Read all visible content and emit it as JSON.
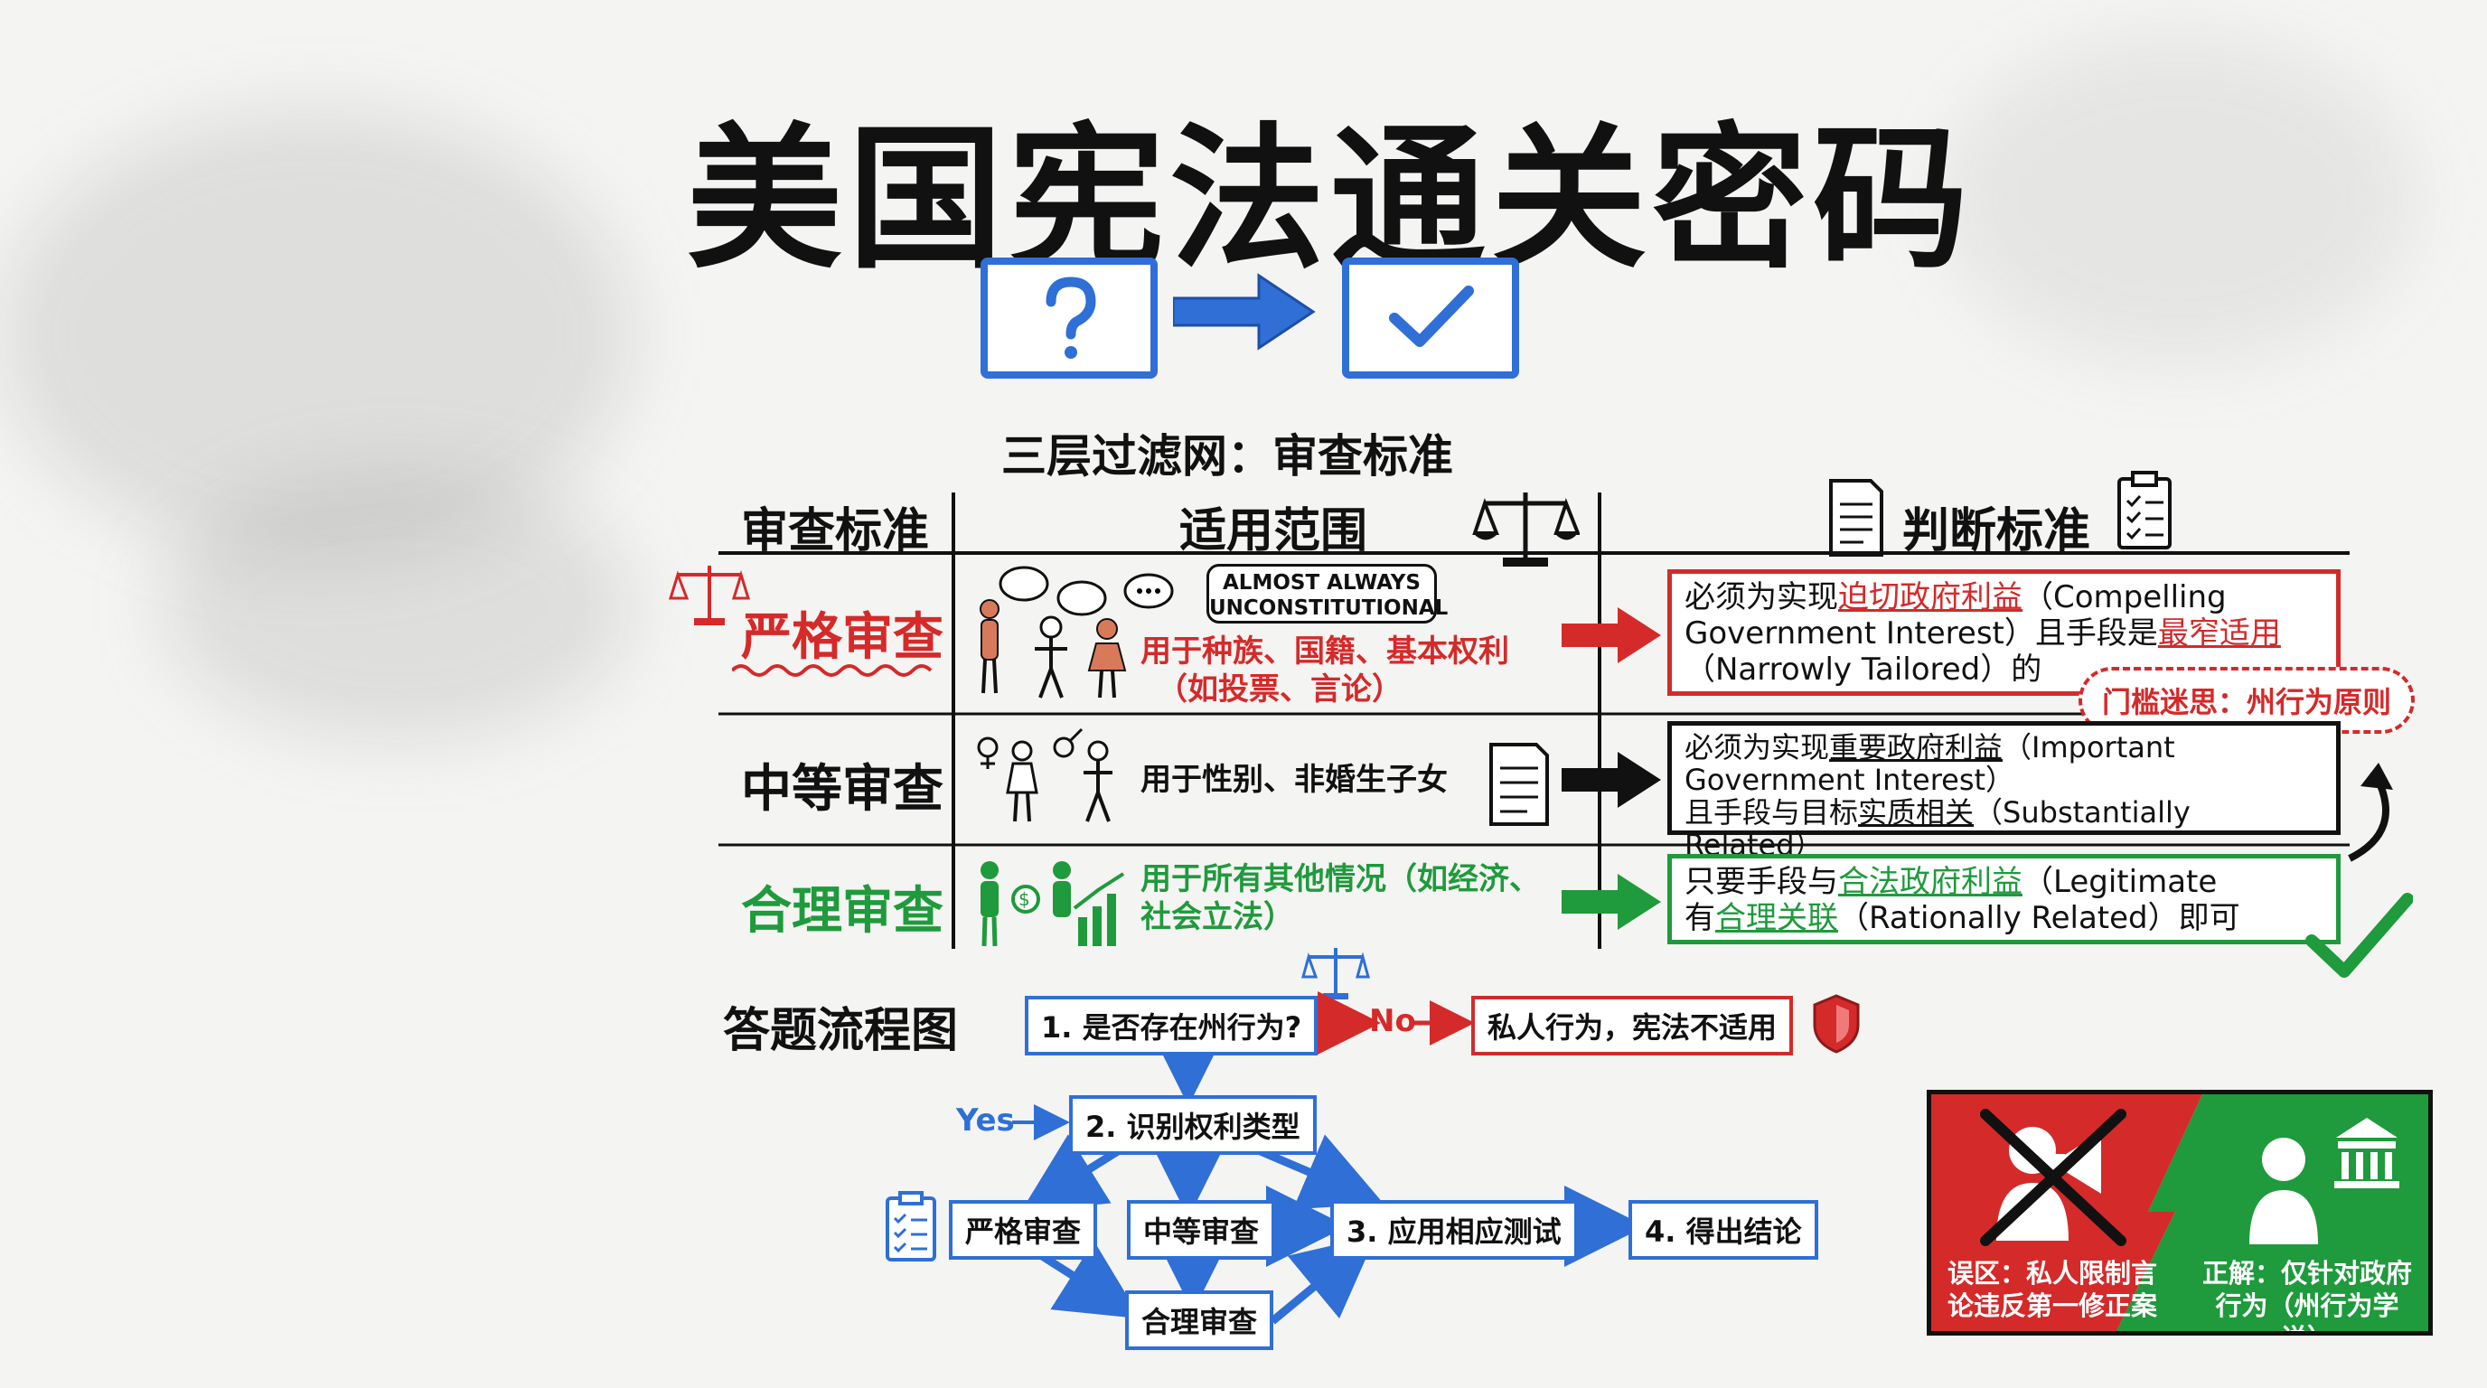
{
  "title": "美国宪法通关密码",
  "subtitle": "三层过滤网：审查标准",
  "table": {
    "headers": {
      "standard": "审查标准",
      "scope": "适用范围",
      "criteria": "判断标准"
    },
    "badge": {
      "line1": "ALMOST ALWAYS",
      "line2": "UNCONSTITUTIONAL"
    },
    "rows": [
      {
        "name": "严格审查",
        "scope_line1": "用于种族、国籍、基本权利",
        "scope_line2": "（如投票、言论）",
        "crit": [
          {
            "t": "必须为实现",
            "s": ""
          },
          {
            "t": "迫切政府利益",
            "s": "u-red"
          },
          {
            "t": "（Compelling Government Interest）且手段是",
            "s": ""
          },
          {
            "t": "最窄适用",
            "s": "u-red"
          },
          {
            "t": "（Narrowly Tailored）的",
            "s": ""
          }
        ],
        "callout": "门槛迷思：州行为原则"
      },
      {
        "name": "中等审查",
        "scope_line1": "用于性别、非婚生子女",
        "crit": [
          {
            "t": "必须为实现",
            "s": ""
          },
          {
            "t": "重要政府利益",
            "s": "u-blk"
          },
          {
            "t": "（Important Government Interest）",
            "s": ""
          },
          {
            "t": "且手段与目标",
            "s": ""
          },
          {
            "t": "实质相关",
            "s": "u-blk"
          },
          {
            "t": "（Substantially Related）",
            "s": ""
          }
        ]
      },
      {
        "name": "合理审查",
        "scope_line1": "用于所有其他情况（如经济、",
        "scope_line2": "社会立法）",
        "crit": [
          {
            "t": "只要手段与",
            "s": ""
          },
          {
            "t": "合法政府利益",
            "s": "u-grn"
          },
          {
            "t": "（Legitimate",
            "s": ""
          },
          {
            "t": "有",
            "s": ""
          },
          {
            "t": "合理关联",
            "s": "u-grn"
          },
          {
            "t": "（Rationally Related）即可",
            "s": ""
          }
        ]
      }
    ]
  },
  "flow": {
    "title": "答题流程图",
    "step1": "1. 是否存在州行为?",
    "no_label": "No",
    "private": "私人行为，宪法不适用",
    "yes_label": "Yes",
    "step2": "2. 识别权利类型",
    "strict": "严格审查",
    "intermediate": "中等审查",
    "rational": "合理审查",
    "step3": "3. 应用相应测试",
    "step4": "4. 得出结论"
  },
  "myth_panel": {
    "wrong": "误区：私人限制言论违反第一修正案",
    "right": "正解：仅针对政府行为（州行为学说）"
  },
  "colors": {
    "red": "#d42a2a",
    "green": "#1f9a3c",
    "blue": "#2f6fd6",
    "ink": "#111111"
  }
}
